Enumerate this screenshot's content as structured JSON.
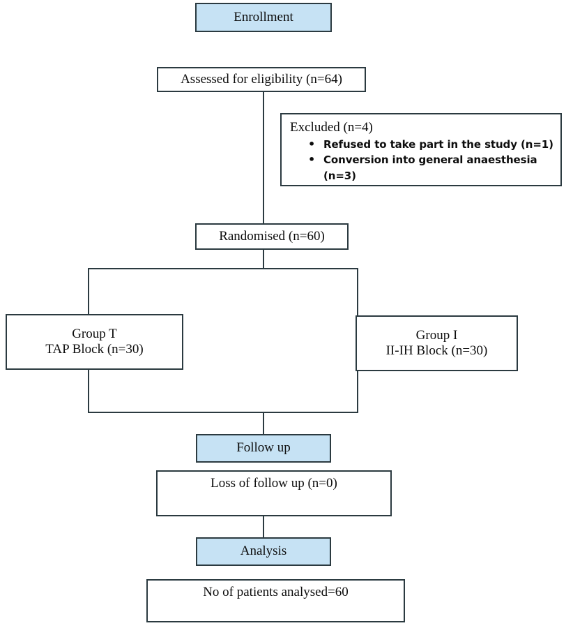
{
  "diagram": {
    "type": "consort-flow-diagram",
    "colors": {
      "box_fill_highlight": "#c6e2f4",
      "box_fill_plain": "#ffffff",
      "border": "#2b3a40",
      "text": "#0d0d0d",
      "background": "#ffffff"
    },
    "nodes": {
      "enrollment": {
        "label": "Enrollment"
      },
      "assessed": {
        "label": "Assessed for eligibility (n=64)"
      },
      "excluded": {
        "title": "Excluded (n=4)",
        "items": [
          "Refused to take part in the study (n=1)",
          "Conversion into general anaesthesia (n=3)"
        ]
      },
      "randomised": {
        "label": "Randomised (n=60)"
      },
      "group_t": {
        "label": "Group T\nTAP Block (n=30)"
      },
      "group_i": {
        "label": "Group I\nII-IH Block (n=30)"
      },
      "follow_up": {
        "label": "Follow up"
      },
      "loss_follow_up": {
        "label": "Loss of follow up (n=0)"
      },
      "analysis": {
        "label": "Analysis"
      },
      "analysed": {
        "label": "No of patients analysed=60"
      }
    }
  }
}
